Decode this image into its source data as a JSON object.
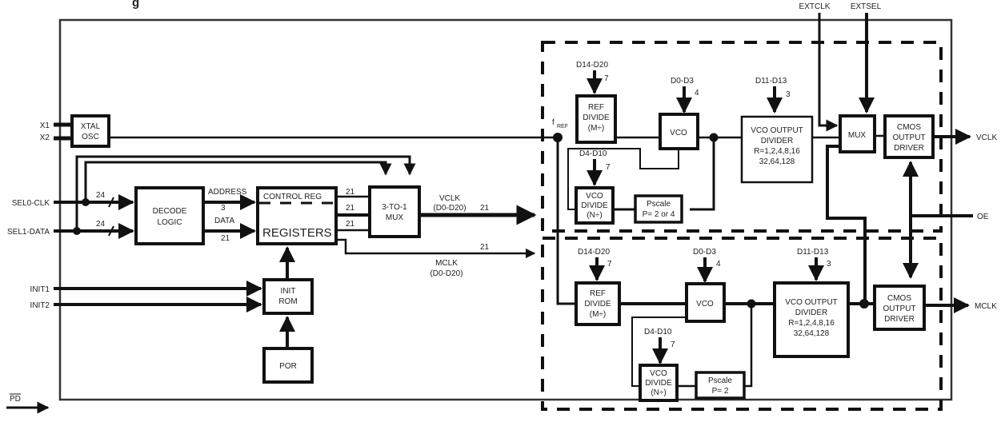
{
  "title_fragment": "g",
  "pins_left": {
    "x1": "X1",
    "x2": "X2",
    "sel0": "SEL0-CLK",
    "sel1": "SEL1-DATA",
    "init1": "INIT1",
    "init2": "INIT2",
    "pd": "PD"
  },
  "pins_top": {
    "extclk": "EXTCLK",
    "extsel": "EXTSEL"
  },
  "pins_right": {
    "vclk": "VCLK",
    "oe": "OE",
    "mclk": "MCLK"
  },
  "blocks": {
    "xtal": [
      "XTAL",
      "OSC"
    ],
    "decode": [
      "DECODE",
      "LOGIC"
    ],
    "control_reg": "CONTROL REG",
    "registers": "REGISTERS",
    "mux3": [
      "3-TO-1",
      "MUX"
    ],
    "init_rom": [
      "INIT",
      "ROM"
    ],
    "por": "POR",
    "ref_divide": [
      "REF",
      "DIVIDE",
      "(M÷)"
    ],
    "vco": "VCO",
    "vco_divide": [
      "VCO",
      "DIVIDE",
      "(N÷)"
    ],
    "pscale_v": [
      "Pscale",
      "P= 2 or 4"
    ],
    "pscale_m": [
      "Pscale",
      "P= 2"
    ],
    "vco_out_div": [
      "VCO OUTPUT",
      "DIVIDER",
      "R=1,2,4,8,16",
      "32,64,128"
    ],
    "mux": "MUX",
    "cmos": [
      "CMOS",
      "OUTPUT",
      "DRIVER"
    ]
  },
  "bus_labels": {
    "w24": "24",
    "address": "ADDRESS",
    "addr_w": "3",
    "data": "DATA",
    "data_w": "21",
    "w21": "21",
    "vclk_bus": [
      "VCLK",
      "(D0-D20)"
    ],
    "mclk_bus": [
      "MCLK",
      "(D0-D20)"
    ],
    "fref": "f",
    "fref_sub": "REF",
    "d14_d20": "D14-D20",
    "d0_d3": "D0-D3",
    "d4_d10": "D4-D10",
    "d11_d13": "D11-D13",
    "w7": "7",
    "w4": "4",
    "w3": "3"
  }
}
